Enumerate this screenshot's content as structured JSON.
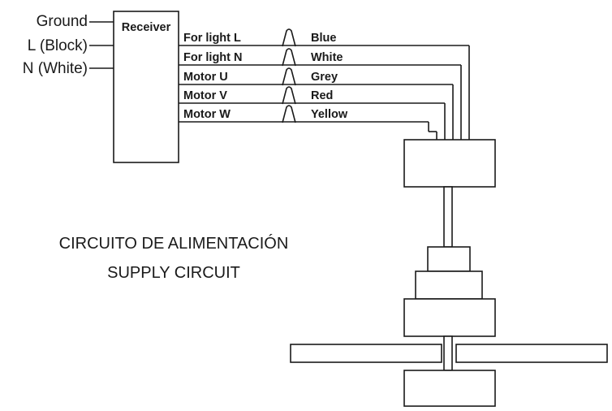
{
  "inputs": [
    {
      "label": "Ground"
    },
    {
      "label": "L (Block)"
    },
    {
      "label": "N (White)"
    }
  ],
  "receiver": {
    "label": "Receiver"
  },
  "outputs": [
    {
      "label": "For light L",
      "color": "Blue"
    },
    {
      "label": "For light N",
      "color": "White"
    },
    {
      "label": "Motor U",
      "color": "Grey"
    },
    {
      "label": "Motor V",
      "color": "Red"
    },
    {
      "label": "Motor W",
      "color": "Yellow"
    }
  ],
  "caption": {
    "line1": "CIRCUITO DE ALIMENTACIÓN",
    "line2": "SUPPLY CIRCUIT"
  }
}
